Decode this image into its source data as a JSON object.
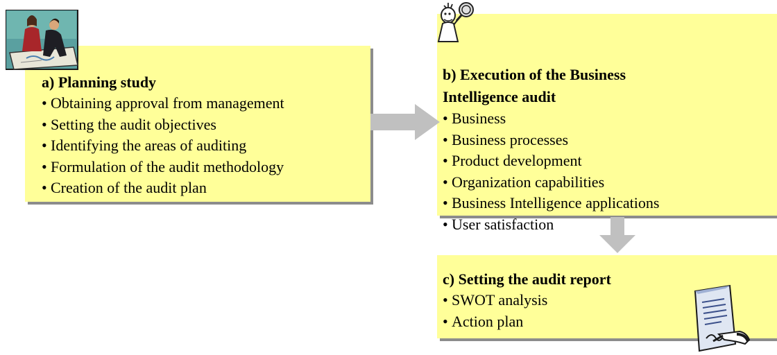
{
  "planning": {
    "title": "a) Planning study",
    "items": [
      "Obtaining approval from management",
      "Setting the audit objectives",
      "Identifying the areas of auditing",
      "Formulation of the audit methodology",
      "Creation of the audit plan"
    ]
  },
  "execution": {
    "title_line1": "b) Execution of the Business",
    "title_line2": "Intelligence audit",
    "items": [
      "Business",
      "Business processes",
      "Product development",
      "Organization capabilities",
      "Business Intelligence applications",
      "User satisfaction"
    ]
  },
  "report": {
    "title": "c) Setting the audit report",
    "items": [
      "SWOT analysis",
      "Action plan"
    ]
  },
  "colors": {
    "box_fill": "#ffff99",
    "shadow": "#8c8c8c",
    "arrow": "#c0c0c0"
  },
  "icons": [
    "meeting-clipart-icon",
    "detective-magnifier-icon",
    "document-signing-icon"
  ]
}
